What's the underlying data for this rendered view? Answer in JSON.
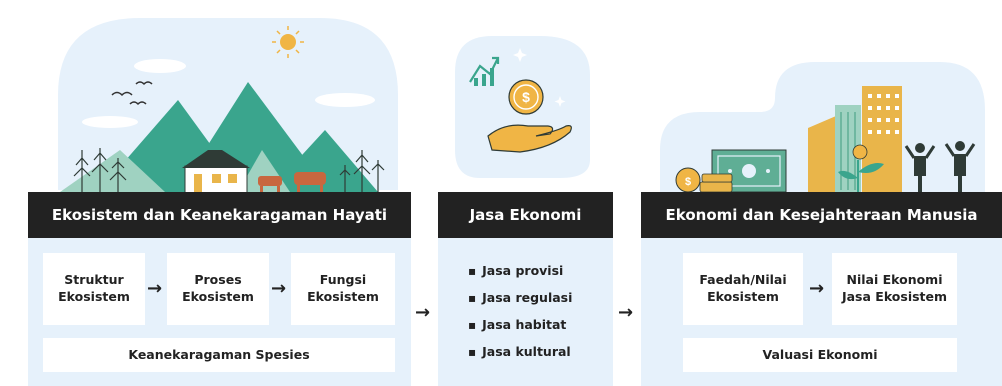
{
  "panels": {
    "left": {
      "title": "Ekosistem dan Keanekaragaman Hayati",
      "boxes": [
        {
          "line1": "Struktur",
          "line2": "Ekosistem"
        },
        {
          "line1": "Proses",
          "line2": "Ekosistem"
        },
        {
          "line1": "Fungsi",
          "line2": "Ekosistem"
        }
      ],
      "bottom": "Keanekaragaman Spesies"
    },
    "middle": {
      "title": "Jasa Ekonomi",
      "items": [
        "Jasa provisi",
        "Jasa regulasi",
        "Jasa habitat",
        "Jasa kultural"
      ]
    },
    "right": {
      "title": "Ekonomi dan Kesejahteraan Manusia",
      "boxes": [
        {
          "line1": "Faedah/Nilai",
          "line2": "Ekosistem"
        },
        {
          "line1": "Nilai Ekonomi",
          "line2": "Jasa Ekosistem"
        }
      ],
      "bottom": "Valuasi Ekonomi"
    }
  },
  "arrow_glyph": "→",
  "colors": {
    "panel_bg": "#e6f1fb",
    "header_bg": "#222222",
    "mountain": "#3aa58d",
    "building": "#e9b54a",
    "accent_money": "#5fae95"
  }
}
